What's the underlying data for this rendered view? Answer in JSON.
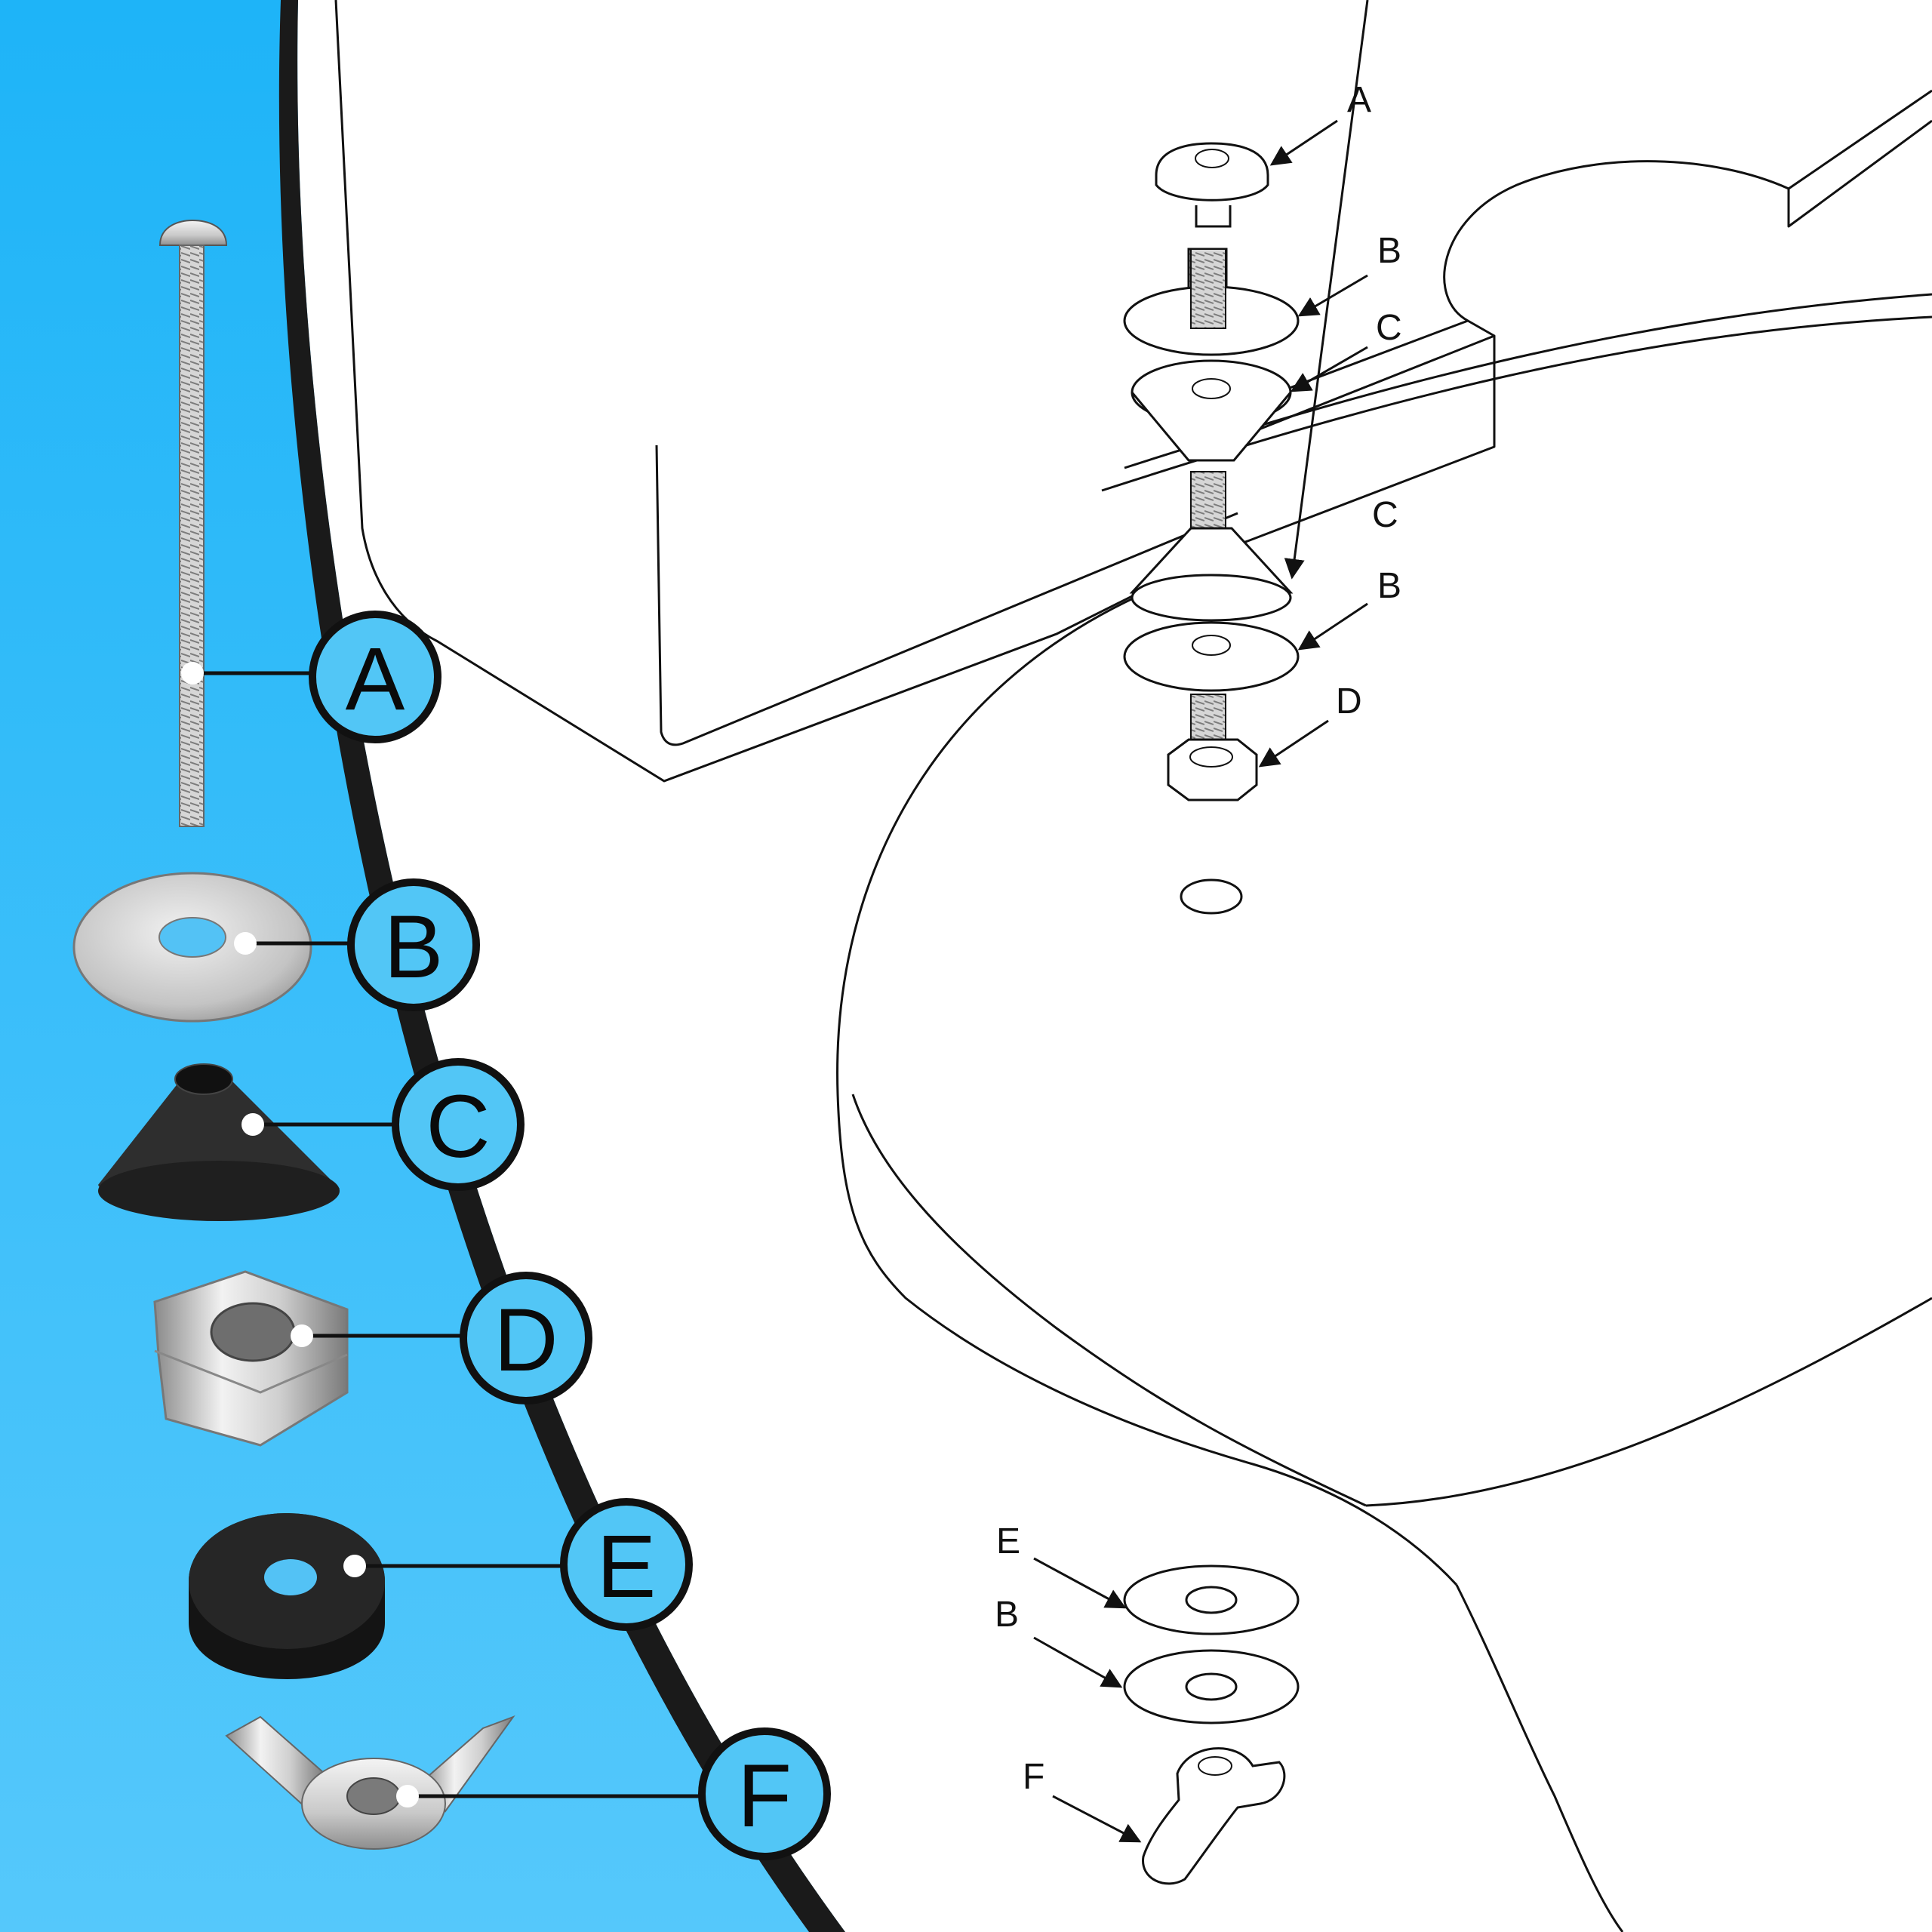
{
  "colors": {
    "panel_top": "#1EB4F8",
    "panel_bottom": "#55C8FB",
    "divider": "#1A1A1A",
    "badge_fill": "#52C6F6",
    "line": "#111111"
  },
  "legend": [
    {
      "letter": "A",
      "part_icon": "long-bolt-icon"
    },
    {
      "letter": "B",
      "part_icon": "flat-washer-icon"
    },
    {
      "letter": "C",
      "part_icon": "cone-washer-icon"
    },
    {
      "letter": "D",
      "part_icon": "hex-nut-icon"
    },
    {
      "letter": "E",
      "part_icon": "rubber-washer-icon"
    },
    {
      "letter": "F",
      "part_icon": "wing-nut-icon"
    }
  ],
  "callouts": {
    "upper": [
      "A",
      "B",
      "C",
      "C",
      "B",
      "D"
    ],
    "lower": [
      "E",
      "B",
      "F"
    ]
  }
}
